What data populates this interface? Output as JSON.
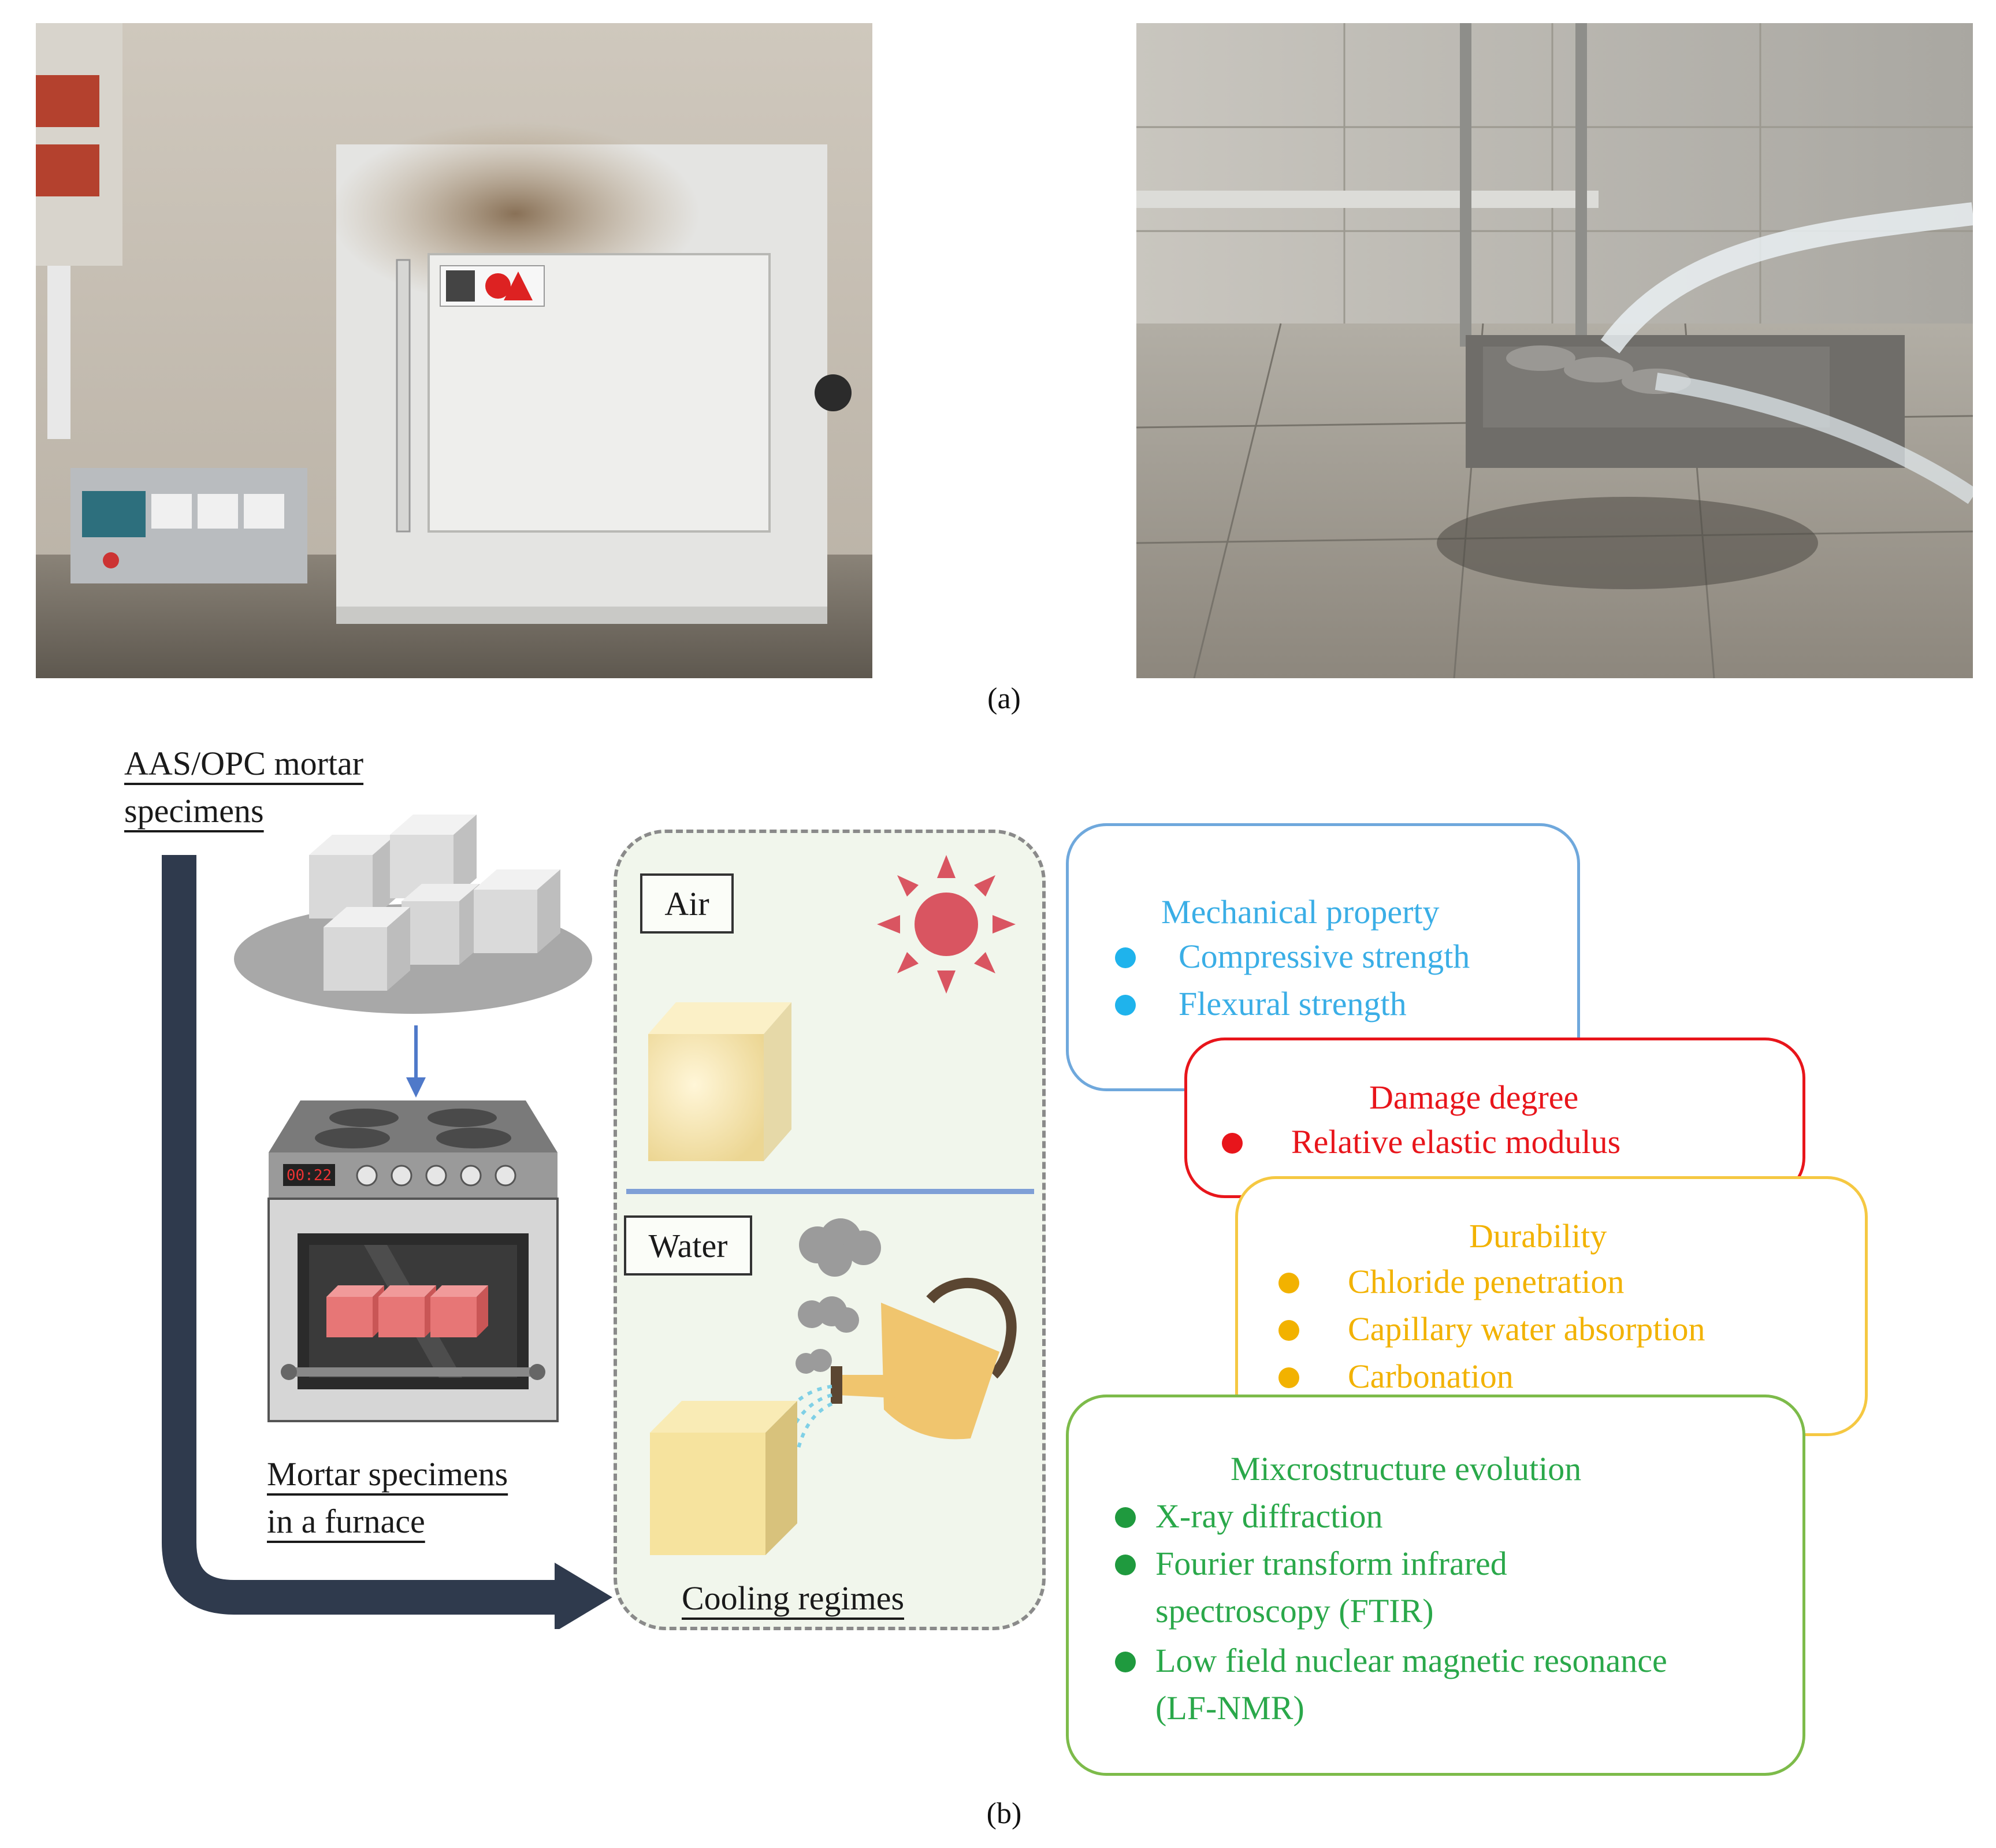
{
  "panel_a": {
    "label": "(a)",
    "photo_left": {
      "content": "electric muffle furnace with temperature controller on a lab bench"
    },
    "photo_right": {
      "content": "mortar specimens on a trolley being sprayed with water in a tiled room"
    }
  },
  "panel_b": {
    "label": "(b)",
    "start": {
      "line1": "AAS/OPC mortar",
      "line2": "specimens"
    },
    "furnace": {
      "line1": "Mortar specimens",
      "line2": "in a furnace",
      "display": "00:22"
    },
    "cooling": {
      "caption": "Cooling regimes",
      "air_label": "Air",
      "water_label": "Water"
    },
    "cards": [
      {
        "id": "mechanical",
        "color": "#3aaee6",
        "border": "#6fa8dc",
        "heading": "Mechanical property",
        "items": [
          "Compressive strength",
          "Flexural strength"
        ]
      },
      {
        "id": "damage",
        "color": "#e8151b",
        "border": "#e8151b",
        "heading": "Damage degree",
        "items": [
          "Relative elastic modulus"
        ]
      },
      {
        "id": "durability",
        "color": "#f2b200",
        "border": "#f5c842",
        "heading": "Durability",
        "items": [
          "Chloride penetration",
          "Capillary water absorption",
          "Carbonation"
        ]
      },
      {
        "id": "microstructure",
        "color": "#2aa84a",
        "border": "#7dbb4a",
        "heading": "Mixcrostructure evolution",
        "items": [
          "X-ray diffraction",
          "Fourier transform infrared",
          "spectroscopy (FTIR)",
          "Low field nuclear magnetic resonance",
          "(LF-NMR)"
        ]
      }
    ]
  }
}
